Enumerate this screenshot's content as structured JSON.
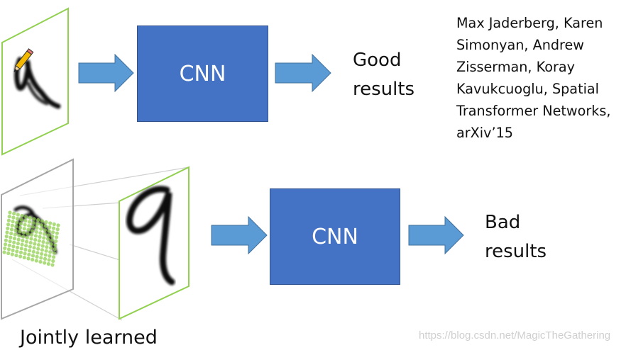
{
  "top_row": {
    "cnn_label": "CNN",
    "result_lines": [
      "Good",
      "results"
    ]
  },
  "bottom_row": {
    "cnn_label": "CNN",
    "result_lines": [
      "Bad",
      "results"
    ]
  },
  "citation_lines": [
    "Max Jaderberg, Karen",
    "Simonyan, Andrew",
    "Zisserman, Koray",
    "Kavukcuoglu, Spatial",
    "Transformer Networks,",
    "arXiv’15"
  ],
  "caption": "Jointly learned",
  "watermark": "https://blog.csdn.net/MagicTheGathering",
  "colors": {
    "cnn_box": "#4472c4",
    "arrow": "#5b9bd5",
    "frame_green": "#92d050",
    "frame_gray": "#a6a6a6",
    "ink": "#111111"
  },
  "icons": {
    "pencil": "pencil-icon"
  }
}
